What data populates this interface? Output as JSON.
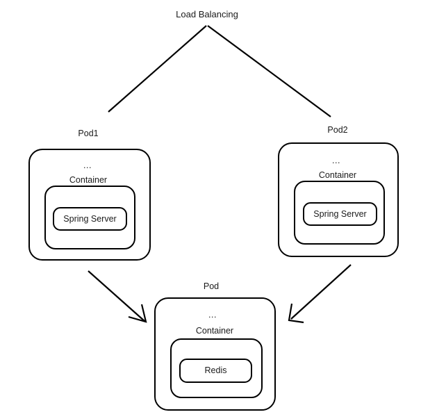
{
  "diagram": {
    "title": "Load Balancing",
    "stroke_color": "#000000",
    "text_color": "#1a1a1a",
    "background_color": "#ffffff"
  },
  "nodes": {
    "pod1": {
      "title": "Pod1",
      "ellipsis": "...",
      "container_label": "Container",
      "app_label": "Spring Server"
    },
    "pod2": {
      "title": "Pod2",
      "ellipsis": "...",
      "container_label": "Container",
      "app_label": "Spring Server"
    },
    "pod_redis": {
      "title": "Pod",
      "ellipsis": "...",
      "container_label": "Container",
      "app_label": "Redis"
    }
  },
  "edges": [
    {
      "name": "load-balancer-to-pod1",
      "kind": "line",
      "arrowhead": "none"
    },
    {
      "name": "load-balancer-to-pod2",
      "kind": "line",
      "arrowhead": "none"
    },
    {
      "name": "pod1-to-redis-pod",
      "kind": "arrow",
      "arrowhead": "open"
    },
    {
      "name": "pod2-to-redis-pod",
      "kind": "arrow",
      "arrowhead": "open"
    }
  ]
}
